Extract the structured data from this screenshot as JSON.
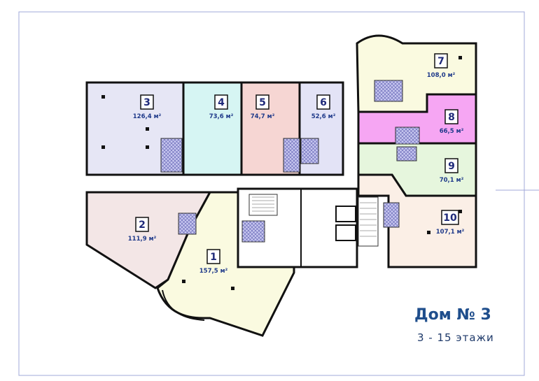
{
  "building": {
    "title": "Дом № 3",
    "floors": "3 - 15   этажи"
  },
  "units": [
    {
      "number": "1",
      "area": "157,5 м²",
      "color": "#fafae0"
    },
    {
      "number": "2",
      "area": "111,9 м²",
      "color": "#f3e6e6"
    },
    {
      "number": "3",
      "area": "126,4 м²",
      "color": "#e6e6f5"
    },
    {
      "number": "4",
      "area": "73,6 м²",
      "color": "#d6f5f3"
    },
    {
      "number": "5",
      "area": "74,7 м²",
      "color": "#f6d6d3"
    },
    {
      "number": "6",
      "area": "52,6 м²",
      "color": "#e3e3f6"
    },
    {
      "number": "7",
      "area": "108,0 м²",
      "color": "#fafae0"
    },
    {
      "number": "8",
      "area": "66,5 м²",
      "color": "#f6a6f3"
    },
    {
      "number": "9",
      "area": "70,1 м²",
      "color": "#e6f6dd"
    },
    {
      "number": "10",
      "area": "107,1 м²",
      "color": "#fbefe6"
    }
  ],
  "colors": {
    "wall": "#111111",
    "frame": "#a0a8d8",
    "title": "#1f4e8c",
    "balcony": "#9090d0"
  }
}
